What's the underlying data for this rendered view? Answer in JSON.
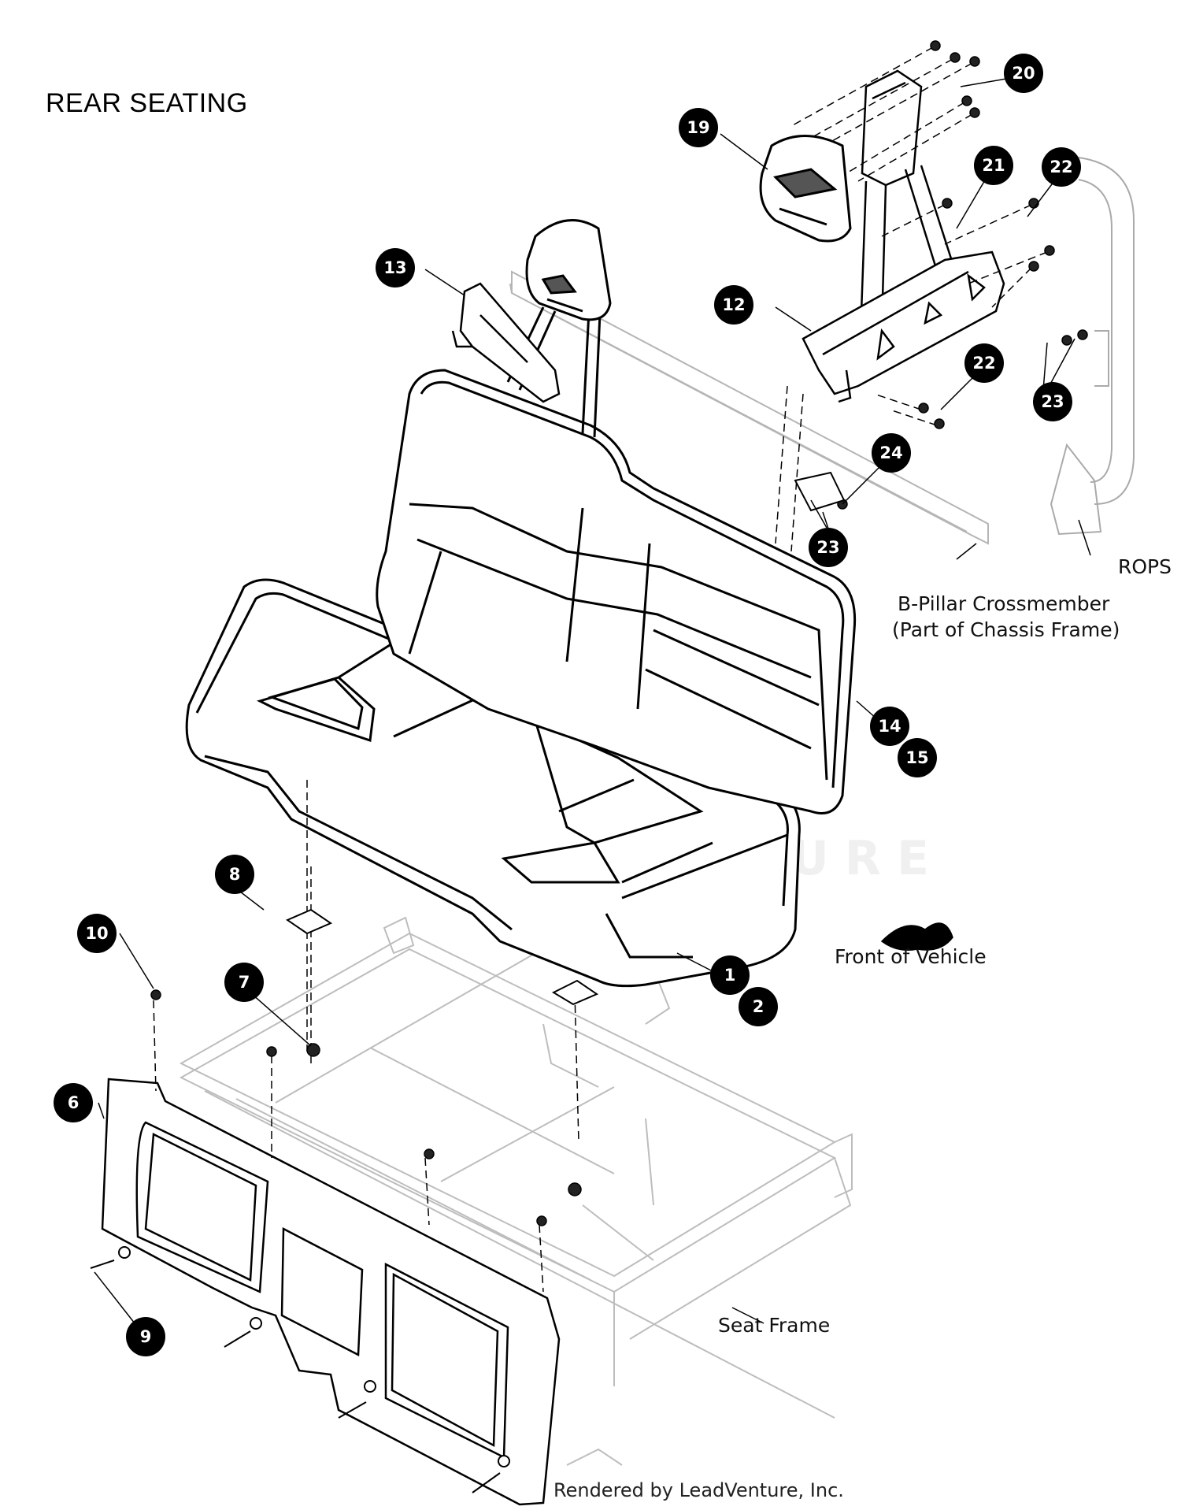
{
  "diagram": {
    "title": "REAR SEATING",
    "labels": {
      "rops": "ROPS",
      "bpillar_line1": "B-Pillar Crossmember",
      "bpillar_line2": "(Part of Chassis Frame)",
      "front_of_vehicle": "Front of Vehicle",
      "seat_frame": "Seat Frame"
    },
    "watermark": "LEADVENTURE",
    "credit": "Rendered by LeadVenture, Inc.",
    "callouts": [
      "1",
      "2",
      "6",
      "7",
      "8",
      "9",
      "10",
      "12",
      "13",
      "14",
      "15",
      "19",
      "20",
      "21",
      "22",
      "22",
      "23",
      "23",
      "24"
    ]
  },
  "colors": {
    "line": "#000000",
    "light_line": "#b0b0b0",
    "callout_bg": "#000000",
    "callout_text": "#ffffff"
  }
}
